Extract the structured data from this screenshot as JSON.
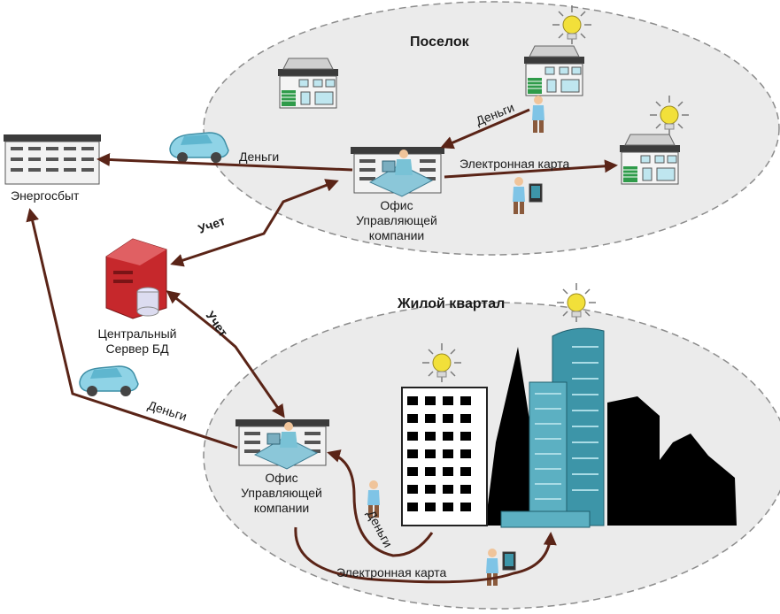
{
  "zones": {
    "village": {
      "title": "Поселок"
    },
    "district": {
      "title": "Жилой квартал"
    }
  },
  "nodes": {
    "energosbyt": {
      "label": "Энергосбыт"
    },
    "server": {
      "line1": "Центральный",
      "line2": "Сервер БД"
    },
    "office_top": {
      "line1": "Офис",
      "line2": "Управляющей",
      "line3": "компании"
    },
    "office_bottom": {
      "line1": "Офис",
      "line2": "Управляющей",
      "line3": "компании"
    }
  },
  "flows": {
    "money_top": "Деньги",
    "money_village": "Деньги",
    "ecard_village": "Электронная карта",
    "account_top": "Учет",
    "account_bottom": "Учет",
    "money_left": "Деньги",
    "money_district": "Деньги",
    "ecard_district": "Электронная карта"
  },
  "colors": {
    "arrow": "#5a2417",
    "zone_fill": "#ebebeb",
    "zone_stroke": "#8c8c8c",
    "roof": "#3b3b3b",
    "car": "#8fd3e6",
    "server": "#c6282c",
    "tower": "#3d95a8",
    "sun": "#f2e03a",
    "city": "#000000"
  },
  "icons": [
    "energosbyt-building-icon",
    "car-icon",
    "house-icon",
    "office-icon",
    "person-icon",
    "terminal-icon",
    "server-icon",
    "sun-icon",
    "city-skyline-icon"
  ]
}
